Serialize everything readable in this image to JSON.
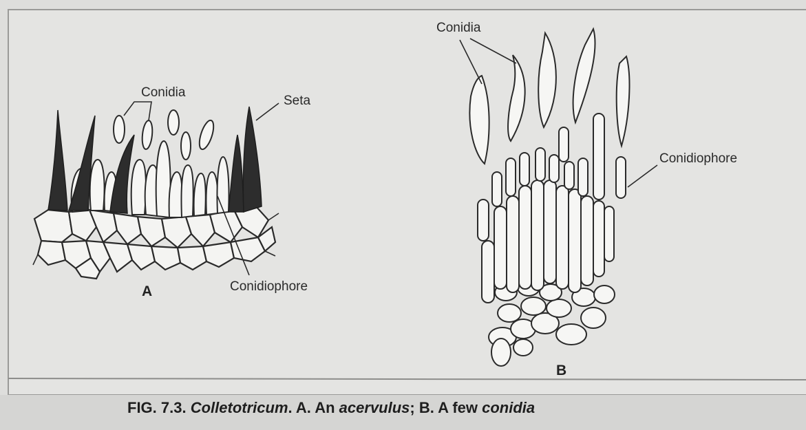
{
  "figure": {
    "panel_a": {
      "letter": "A",
      "labels": {
        "conidia": "Conidia",
        "seta": "Seta",
        "conidiophore": "Conidiophore"
      }
    },
    "panel_b": {
      "letter": "B",
      "labels": {
        "conidia": "Conidia",
        "conidiophore": "Conidiophore"
      }
    },
    "caption": {
      "prefix": "FIG. 7.3.",
      "genus": "Colletotricum",
      "part_a": ". A. An",
      "term_a": "acervulus",
      "part_b": "; B. A few",
      "term_b": "conidia"
    }
  }
}
